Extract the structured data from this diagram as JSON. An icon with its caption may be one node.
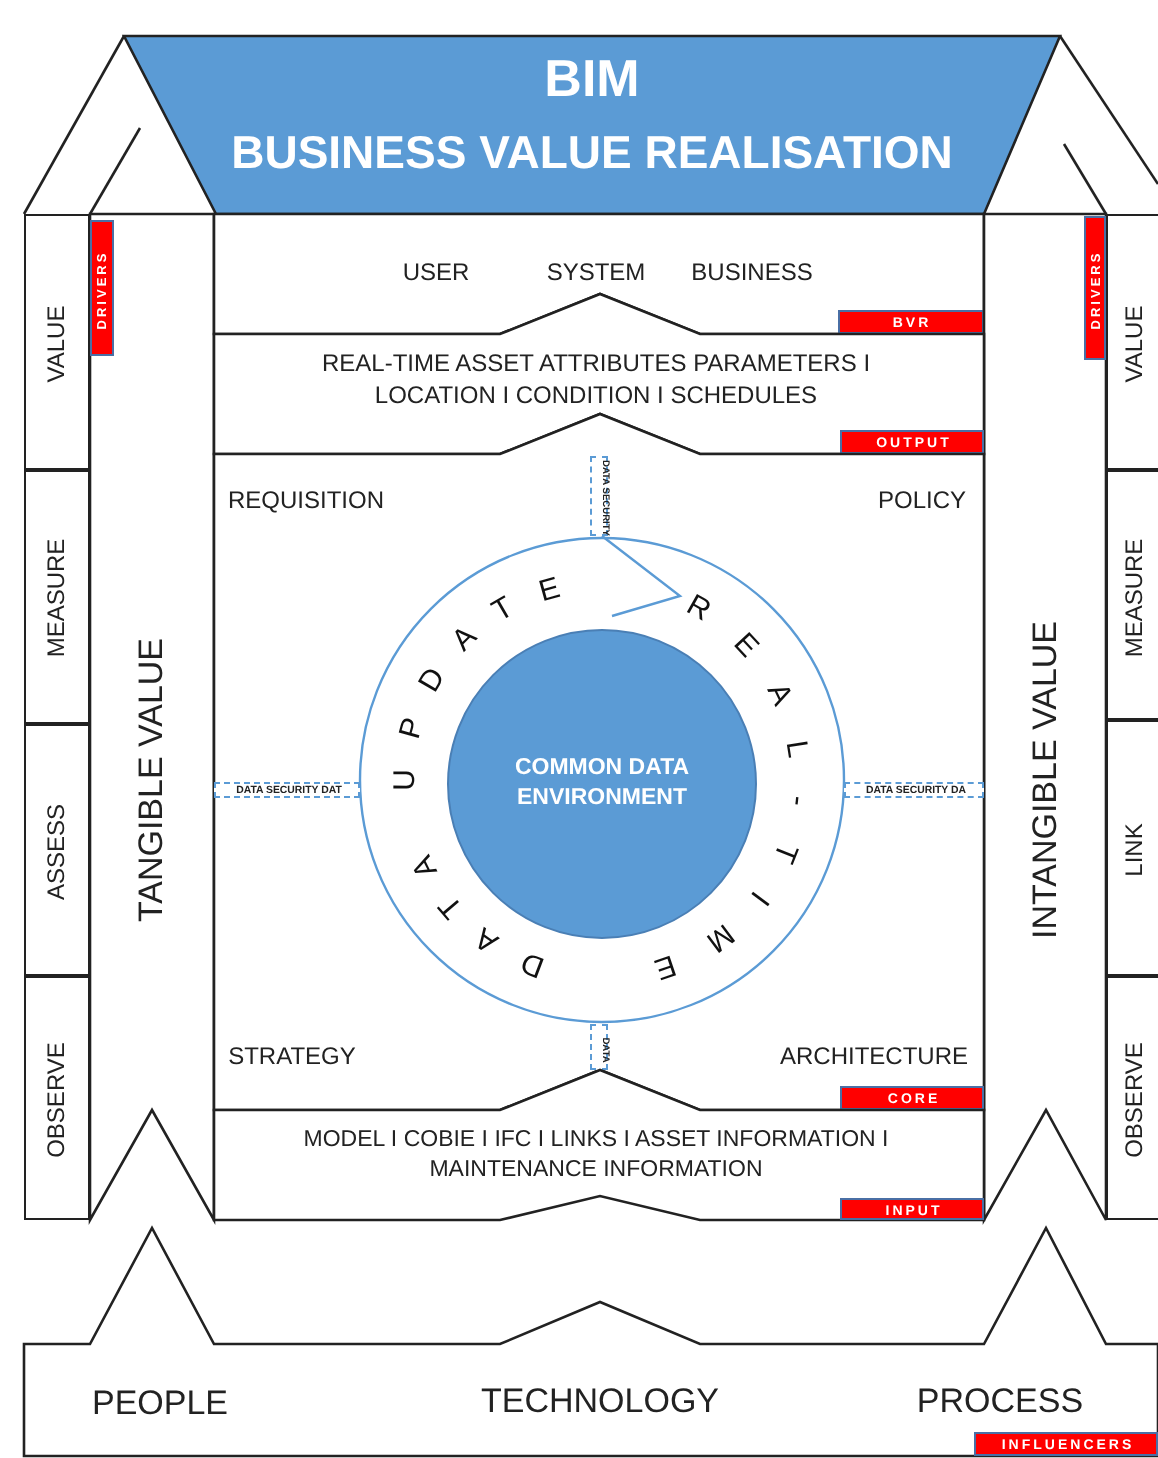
{
  "diagram": {
    "nodes": [
      {
        "text": [
          "BIM",
          "BUSINESS VALUE REALISATION"
        ]
      },
      {
        "text": [
          "VALUE"
        ]
      },
      {
        "text": [
          "TANGIBLE VALUE"
        ]
      },
      {
        "text": [
          "DRIVERS"
        ],
        "in": 2
      },
      {
        "text": [
          "USER",
          "SYSTEM",
          "BUSINESS"
        ]
      },
      {
        "text": [
          "BVR"
        ],
        "in": 4
      },
      {
        "text": [
          "INTANGIBLE VALUE"
        ]
      },
      {
        "text": [
          "DRIVERS"
        ],
        "in": 6
      },
      {
        "text": [
          "VALUE"
        ]
      },
      {
        "text": [
          "REAL-TIME ASSET ATTRIBUTES PARAMETERS I LOCATION I CONDITION I SCHEDULES"
        ]
      },
      {
        "text": [
          "OUTPUT"
        ],
        "in": 9
      },
      {
        "text": [
          "REQUISITION",
          "POLICY",
          "STRATEGY",
          "ARCHITECTURE"
        ]
      },
      {
        "text": [
          "DATA SECURITY"
        ],
        "in": 11
      },
      {
        "text": [
          "MEASURE"
        ]
      },
      {
        "text": [
          "MEASURE"
        ]
      },
      {
        "text": [
          "DATA UPDATE",
          "REAL-TIME",
          "COMMON DATA ENVIRONMENT"
        ],
        "in": 11
      },
      {
        "text": [
          "DATA SECURITY DAT"
        ],
        "in": 11
      },
      {
        "text": [
          "DATA SECURITY DA"
        ],
        "in": 11
      },
      {
        "text": [
          "ASSESS"
        ]
      },
      {
        "text": [
          "LINK"
        ]
      },
      {
        "text": [
          "DATA"
        ],
        "in": 11
      },
      {
        "text": [
          "CORE"
        ],
        "in": 11
      },
      {
        "text": [
          "OBSERVE"
        ]
      },
      {
        "text": [
          "OBSERVE"
        ]
      },
      {
        "text": [
          "MODEL I COBIE I IFC I LINKS I ASSET INFORMATION I MAINTENANCE INFORMATION"
        ]
      },
      {
        "text": [
          "INPUT"
        ],
        "in": 24
      },
      {
        "text": [
          "PEOPLE",
          "TECHNOLOGY",
          "PROCESS"
        ]
      },
      {
        "text": [
          "INFLUENCERS"
        ],
        "in": 26
      }
    ]
  }
}
